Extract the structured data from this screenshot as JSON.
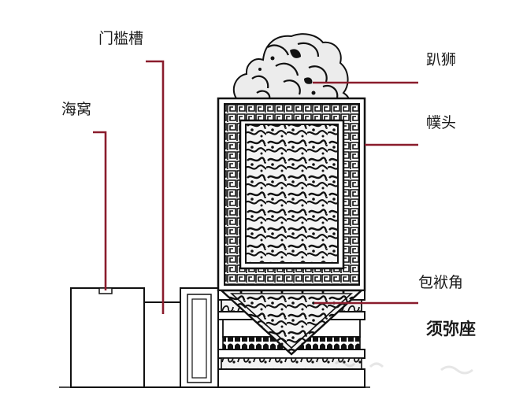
{
  "diagram": {
    "labels": {
      "menkancao": "门槛槽",
      "haiwo": "海窝",
      "pashi": "趴狮",
      "putou": "幞头",
      "baofujiao": "包袱角",
      "xumizuo": "须弥座"
    },
    "colors": {
      "leader": "#8a1c2c",
      "ink": "#1a1a1a",
      "paper": "#ffffff"
    }
  }
}
